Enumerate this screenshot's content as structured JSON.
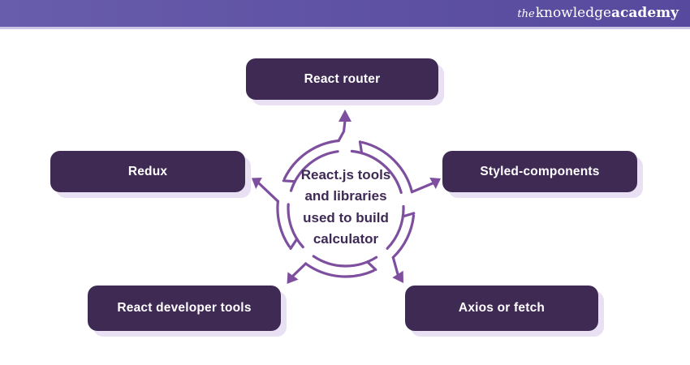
{
  "header": {
    "logo_the": "the",
    "logo_knowledge": "knowledge",
    "logo_academy": "academy"
  },
  "diagram": {
    "title_lines": [
      "React.js tools",
      "and libraries",
      "used to build",
      "calculator"
    ],
    "nodes": [
      {
        "id": "react-router",
        "label": "React router",
        "position": "top"
      },
      {
        "id": "redux",
        "label": "Redux",
        "position": "left"
      },
      {
        "id": "styled-components",
        "label": "Styled-components",
        "position": "right"
      },
      {
        "id": "react-developer-tools",
        "label": "React developer tools",
        "position": "bottom-left"
      },
      {
        "id": "axios-or-fetch",
        "label": "Axios or fetch",
        "position": "bottom-right"
      }
    ]
  },
  "colors": {
    "header_purple": "#5e51a3",
    "header_border": "#cdc5e5",
    "node_purple": "#3f2a54",
    "arrow_purple": "#7d4f9e",
    "node_shadow": "#e9e0f4",
    "node_text": "#ffffff",
    "center_text": "#3e2a55"
  }
}
